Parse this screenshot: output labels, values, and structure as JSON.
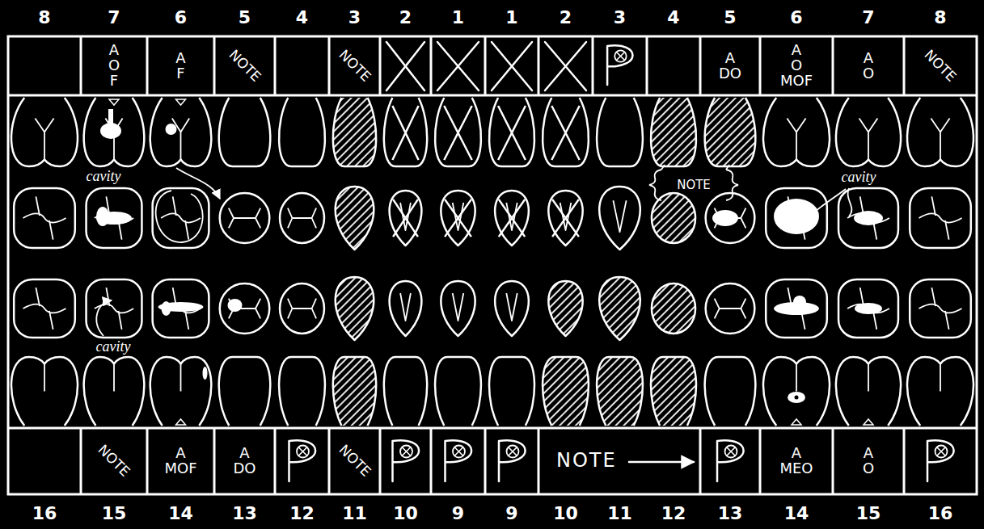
{
  "diagram": {
    "nodes": [
      {
        "text": [
          "A O F"
        ]
      },
      {
        "text": [
          "A F"
        ]
      },
      {
        "text": [
          "NOTE"
        ]
      },
      {
        "text": [
          "NOTE"
        ]
      },
      {
        "text": [
          "A DO"
        ]
      },
      {
        "text": [
          "A O MOF"
        ]
      },
      {
        "text": [
          "A O"
        ]
      },
      {
        "text": [
          "NOTE"
        ]
      },
      {
        "text": [
          "NOTE"
        ]
      },
      {
        "text": [
          "A MOF"
        ]
      },
      {
        "text": [
          "A DO"
        ]
      },
      {
        "text": [
          "NOTE"
        ]
      },
      {
        "text": [
          "NOTE"
        ]
      },
      {
        "text": [
          "A MEO"
        ]
      },
      {
        "text": [
          "A O"
        ]
      }
    ],
    "labels": [
      "8",
      "7",
      "6",
      "5",
      "4",
      "3",
      "2",
      "1",
      "1",
      "2",
      "3",
      "4",
      "5",
      "6",
      "7",
      "8",
      "16",
      "15",
      "14",
      "13",
      "12",
      "11",
      "10",
      "9",
      "9",
      "10",
      "11",
      "12",
      "13",
      "14",
      "15",
      "16",
      "cavity",
      "NOTE",
      "cavity",
      "cavity"
    ]
  }
}
